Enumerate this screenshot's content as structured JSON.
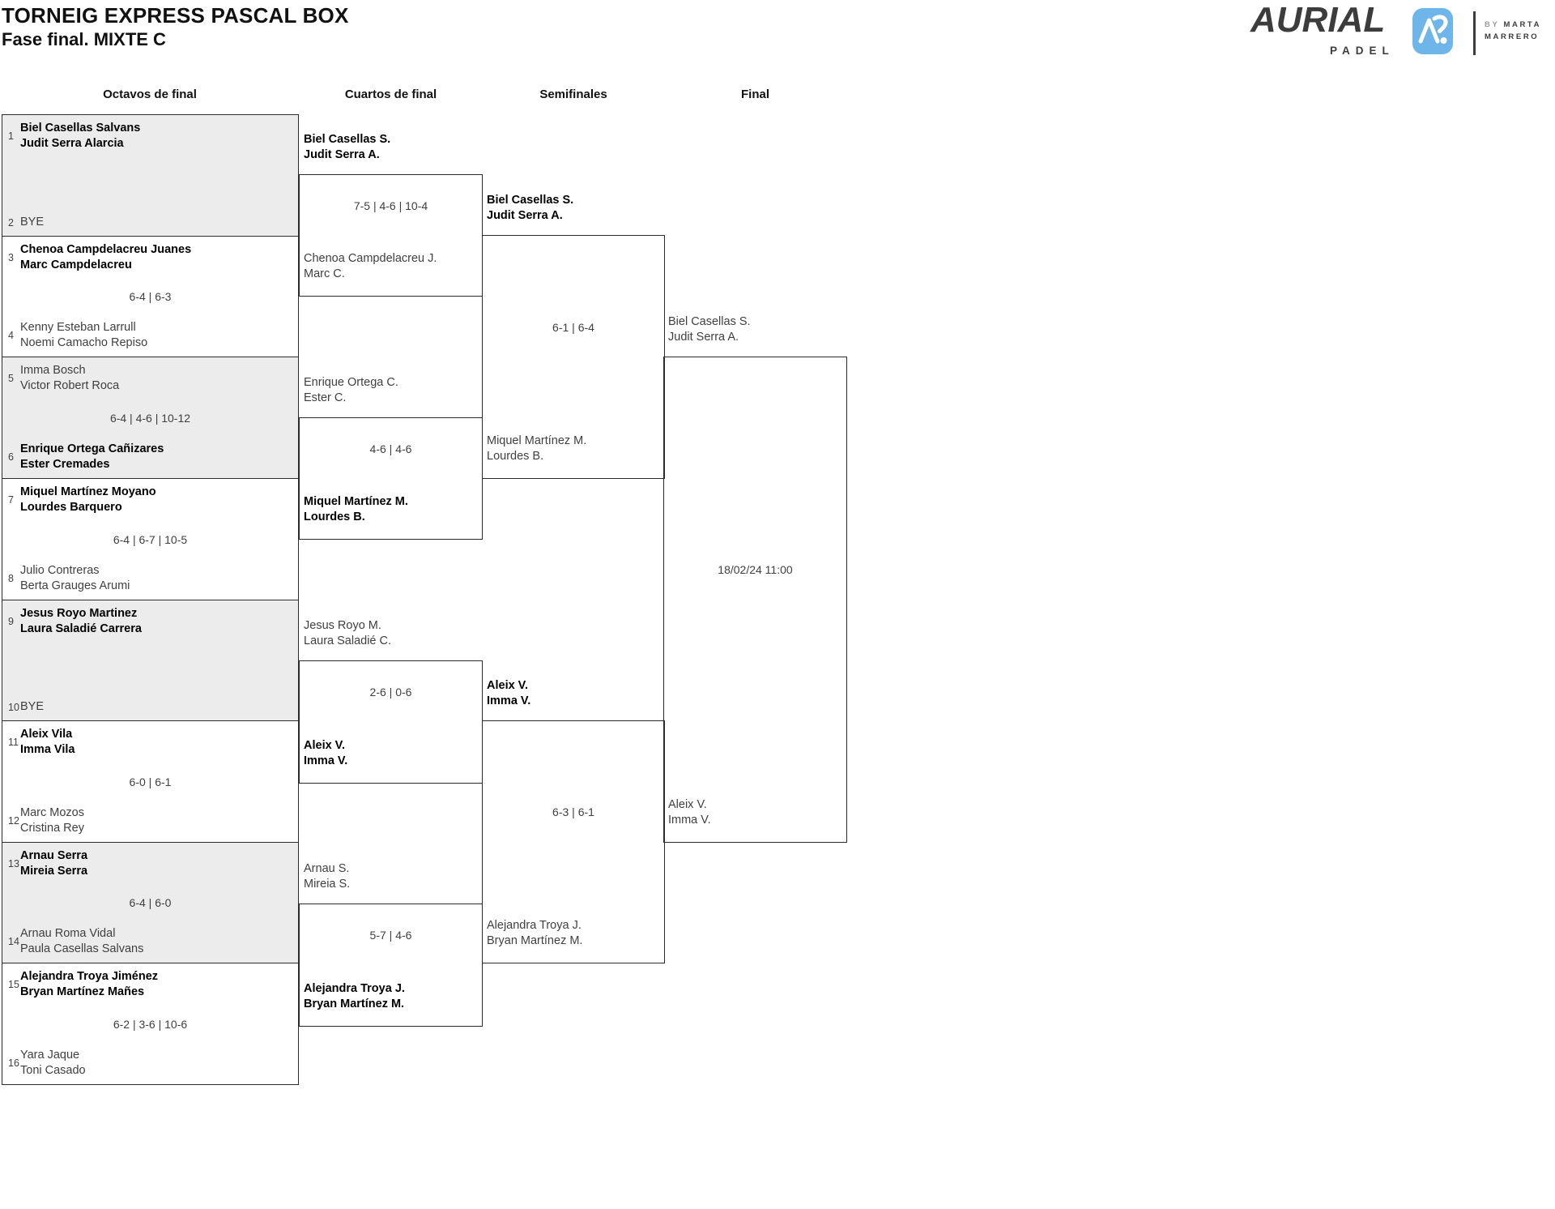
{
  "title": {
    "line1": "TORNEIG EXPRESS PASCAL BOX",
    "line2": "Fase final. MIXTE C"
  },
  "logo": {
    "brand": "AURIAL",
    "sub": "PADEL",
    "by_prefix": "BY",
    "by_name1": "MARTA",
    "by_name2": "MARRERO",
    "icon": "aurial-monogram-icon",
    "icon_color": "#6eb5ea"
  },
  "columns": [
    "Octavos de final",
    "Cuartos de final",
    "Semifinales",
    "Final"
  ],
  "round16": [
    {
      "shaded": true,
      "score": "",
      "top": {
        "seed": "1",
        "n1": "Biel Casellas Salvans",
        "n2": "Judit Serra Alarcia",
        "winner": true
      },
      "bottom": {
        "seed": "2",
        "n1": "BYE",
        "n2": "",
        "winner": false
      }
    },
    {
      "shaded": false,
      "score": "6-4 | 6-3",
      "top": {
        "seed": "3",
        "n1": "Chenoa Campdelacreu Juanes",
        "n2": "Marc Campdelacreu",
        "winner": true
      },
      "bottom": {
        "seed": "4",
        "n1": "Kenny Esteban Larrull",
        "n2": "Noemi Camacho Repiso",
        "winner": false
      }
    },
    {
      "shaded": true,
      "score": "6-4 | 4-6 | 10-12",
      "top": {
        "seed": "5",
        "n1": "Imma Bosch",
        "n2": "Victor Robert Roca",
        "winner": false
      },
      "bottom": {
        "seed": "6",
        "n1": "Enrique Ortega Cañizares",
        "n2": "Ester Cremades",
        "winner": true
      }
    },
    {
      "shaded": false,
      "score": "6-4 | 6-7 | 10-5",
      "top": {
        "seed": "7",
        "n1": "Miquel Martínez Moyano",
        "n2": "Lourdes Barquero",
        "winner": true
      },
      "bottom": {
        "seed": "8",
        "n1": "Julio Contreras",
        "n2": "Berta Grauges Arumi",
        "winner": false
      }
    },
    {
      "shaded": true,
      "score": "",
      "top": {
        "seed": "9",
        "n1": "Jesus Royo Martinez",
        "n2": "Laura Saladié Carrera",
        "winner": true
      },
      "bottom": {
        "seed": "10",
        "n1": "BYE",
        "n2": "",
        "winner": false
      }
    },
    {
      "shaded": false,
      "score": "6-0 | 6-1",
      "top": {
        "seed": "11",
        "n1": "Aleix Vila",
        "n2": "Imma Vila",
        "winner": true
      },
      "bottom": {
        "seed": "12",
        "n1": "Marc Mozos",
        "n2": "Cristina Rey",
        "winner": false
      }
    },
    {
      "shaded": true,
      "score": "6-4 | 6-0",
      "top": {
        "seed": "13",
        "n1": "Arnau Serra",
        "n2": "Mireia Serra",
        "winner": true
      },
      "bottom": {
        "seed": "14",
        "n1": "Arnau Roma Vidal",
        "n2": "Paula Casellas Salvans",
        "winner": false
      }
    },
    {
      "shaded": false,
      "score": "6-2 | 3-6 | 10-6",
      "top": {
        "seed": "15",
        "n1": "Alejandra Troya Jiménez",
        "n2": "Bryan Martínez Mañes",
        "winner": true
      },
      "bottom": {
        "seed": "16",
        "n1": "Yara Jaque",
        "n2": "Toni Casado",
        "winner": false
      }
    }
  ],
  "quarterfinals": [
    {
      "score": "7-5 | 4-6 | 10-4",
      "top": {
        "n1": "Biel Casellas S.",
        "n2": "Judit Serra A.",
        "winner": true
      },
      "bottom": {
        "n1": "Chenoa Campdelacreu J.",
        "n2": "Marc C.",
        "winner": false
      }
    },
    {
      "score": "4-6 | 4-6",
      "top": {
        "n1": "Enrique Ortega C.",
        "n2": "Ester C.",
        "winner": false
      },
      "bottom": {
        "n1": "Miquel Martínez M.",
        "n2": "Lourdes B.",
        "winner": true
      }
    },
    {
      "score": "2-6 | 0-6",
      "top": {
        "n1": "Jesus Royo M.",
        "n2": "Laura Saladié C.",
        "winner": false
      },
      "bottom": {
        "n1": "Aleix V.",
        "n2": "Imma V.",
        "winner": true
      }
    },
    {
      "score": "5-7 | 4-6",
      "top": {
        "n1": "Arnau S.",
        "n2": "Mireia S.",
        "winner": false
      },
      "bottom": {
        "n1": "Alejandra Troya J.",
        "n2": "Bryan Martínez M.",
        "winner": true
      }
    }
  ],
  "semifinals": [
    {
      "score": "6-1 | 6-4",
      "top": {
        "n1": "Biel Casellas S.",
        "n2": "Judit Serra A.",
        "winner": true
      },
      "bottom": {
        "n1": "Miquel Martínez M.",
        "n2": "Lourdes B.",
        "winner": false
      }
    },
    {
      "score": "6-3 | 6-1",
      "top": {
        "n1": "Aleix V.",
        "n2": "Imma V.",
        "winner": true
      },
      "bottom": {
        "n1": "Alejandra Troya J.",
        "n2": "Bryan Martínez M.",
        "winner": false
      }
    }
  ],
  "final": {
    "schedule": "18/02/24 11:00",
    "top": {
      "n1": "Biel Casellas S.",
      "n2": "Judit Serra A.",
      "winner": false
    },
    "bottom": {
      "n1": "Aleix V.",
      "n2": "Imma V.",
      "winner": false
    }
  },
  "colors": {
    "shade_gray": "#ececec",
    "border": "#2b2b2b",
    "accent_blue": "#6eb5ea"
  }
}
